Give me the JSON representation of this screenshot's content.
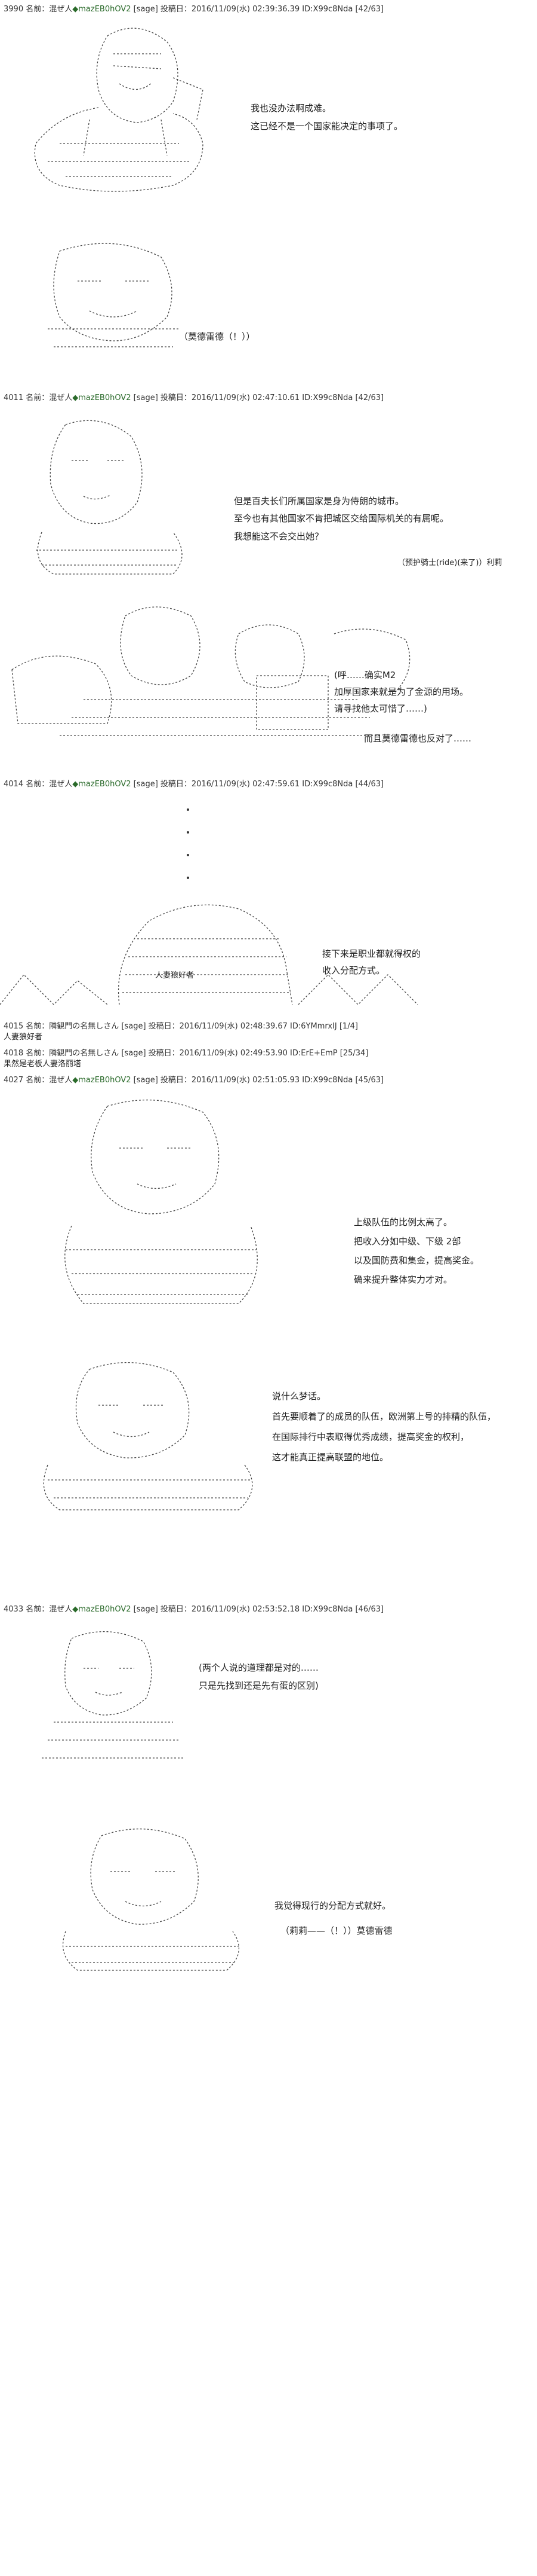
{
  "posts": [
    {
      "num": "3990",
      "label": " 名前：",
      "name": "混ぜ人",
      "trip": "◆mazEB0hOV2",
      "meta": " [sage] 投稿日：2016/11/09(水) 02:39:36.39 ID:X99c8Nda [42/63]"
    },
    {
      "num": "4011",
      "label": " 名前：",
      "name": "混ぜ人",
      "trip": "◆mazEB0hOV2",
      "meta": " [sage] 投稿日：2016/11/09(水) 02:47:10.61 ID:X99c8Nda [42/63]"
    },
    {
      "num": "4014",
      "label": " 名前：",
      "name": "混ぜ人",
      "trip": "◆mazEB0hOV2",
      "meta": " [sage] 投稿日：2016/11/09(水) 02:47:59.61 ID:X99c8Nda [44/63]"
    },
    {
      "num": "4015",
      "label": " 名前：",
      "name": "隣観門の名無しさん",
      "trip": "",
      "meta": " [sage] 投稿日：2016/11/09(水) 02:48:39.67 ID:6YMmrxIJ [1/4]"
    },
    {
      "num": "4018",
      "label": " 名前：",
      "name": "隣観門の名無しさん",
      "trip": "",
      "meta": " [sage] 投稿日：2016/11/09(水) 02:49:53.90 ID:ErE+EmP [25/34]"
    },
    {
      "num": "4027",
      "label": " 名前：",
      "name": "混ぜ人",
      "trip": "◆mazEB0hOV2",
      "meta": " [sage] 投稿日：2016/11/09(水) 02:51:05.93 ID:X99c8Nda [45/63]"
    },
    {
      "num": "4033",
      "label": " 名前：",
      "name": "混ぜ人",
      "trip": "◆mazEB0hOV2",
      "meta": " [sage] 投稿日：2016/11/09(水) 02:53:52.18 ID:X99c8Nda [46/63]"
    }
  ],
  "post4015_body": "人妻狼好者",
  "post4018_body": "果然是老板人妻洛丽塔",
  "dialogue": {
    "p1_l1": "我也没办法啊成难。",
    "p1_l2": "这已经不是一个国家能决定的事项了。",
    "p2_l1": "（莫德雷德（！））",
    "p3_l1": "但是百夫长们所属国家是身为侍朗的城市。",
    "p3_l2": "至今也有其他国家不肯把城区交给国际机关的有属呢。",
    "p3_l3": "我想能这不会交出她？",
    "p3_l4": "（预护骑士(ride)(来了)）利莉",
    "p4_l1": "(呼……确实M2",
    "p4_l2": "加厚国家来就是为了金源的用场。",
    "p4_l3": "请寻找他太可惜了……)",
    "p4_l4": "而且莫德雷德也反对了……",
    "p5_label": "人妻狼好者",
    "p5_l1": "接下来是职业都就得权的",
    "p5_l2": "收入分配方式。",
    "p6_l1": "上级队伍的比例太高了。",
    "p6_l2": "把收入分如中级、下级 2部",
    "p6_l3": "以及国防费和集金，提高奖金。",
    "p6_l4": "确来提升整体实力才对。",
    "p7_l1": "说什么梦话。",
    "p7_l2": "首先要顺着了的成员的队伍，欧洲第上号的排精的队伍，",
    "p7_l3": "在国际排行中表取得优秀成绩，提高奖金的权利，",
    "p7_l4": "这才能真正提高联盟的地位。",
    "p8_l1": "(两个人说的道理都是对的……",
    "p8_l2": "只是先找到还是先有蛋的区别)",
    "p9_l1": "我觉得现行的分配方式就好。",
    "p9_l2": "（莉莉——（！））莫德雷德"
  }
}
